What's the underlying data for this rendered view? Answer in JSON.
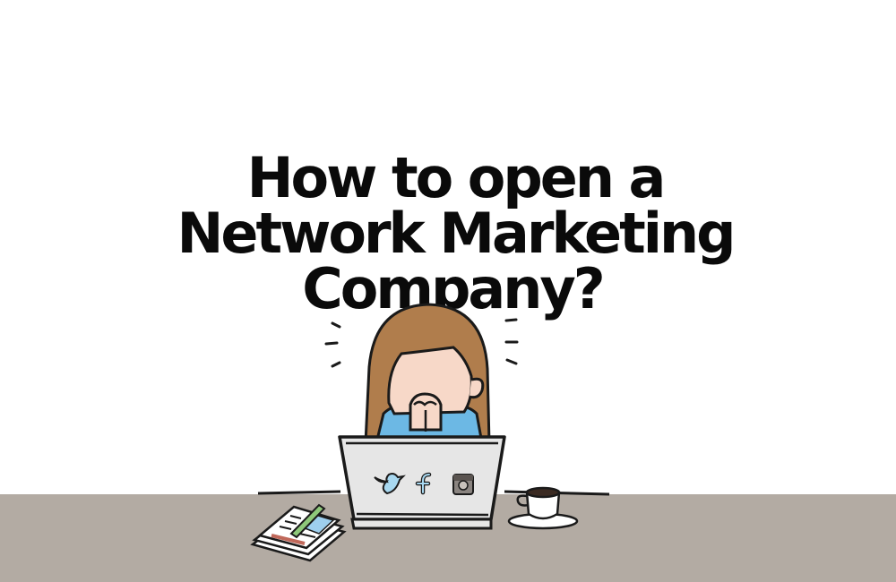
{
  "headline": {
    "lines": [
      "How to open a",
      "Network Marketing",
      "Company?"
    ],
    "color": "#0a0a0a"
  },
  "illustration": {
    "description": "Stressed girl with hands clasped over face behind a laptop at a desk",
    "background_color": "#ffffff",
    "desk_color": "#b3aba3",
    "hair_color": "#b07d4c",
    "skin_color": "#f7d8c8",
    "shirt_color": "#6cb8e4",
    "laptop_color": "#e6e6e6",
    "laptop_icons": [
      "twitter-icon",
      "facebook-icon",
      "instagram-icon"
    ],
    "desk_items": [
      "papers-with-pen",
      "coffee-cup"
    ]
  }
}
